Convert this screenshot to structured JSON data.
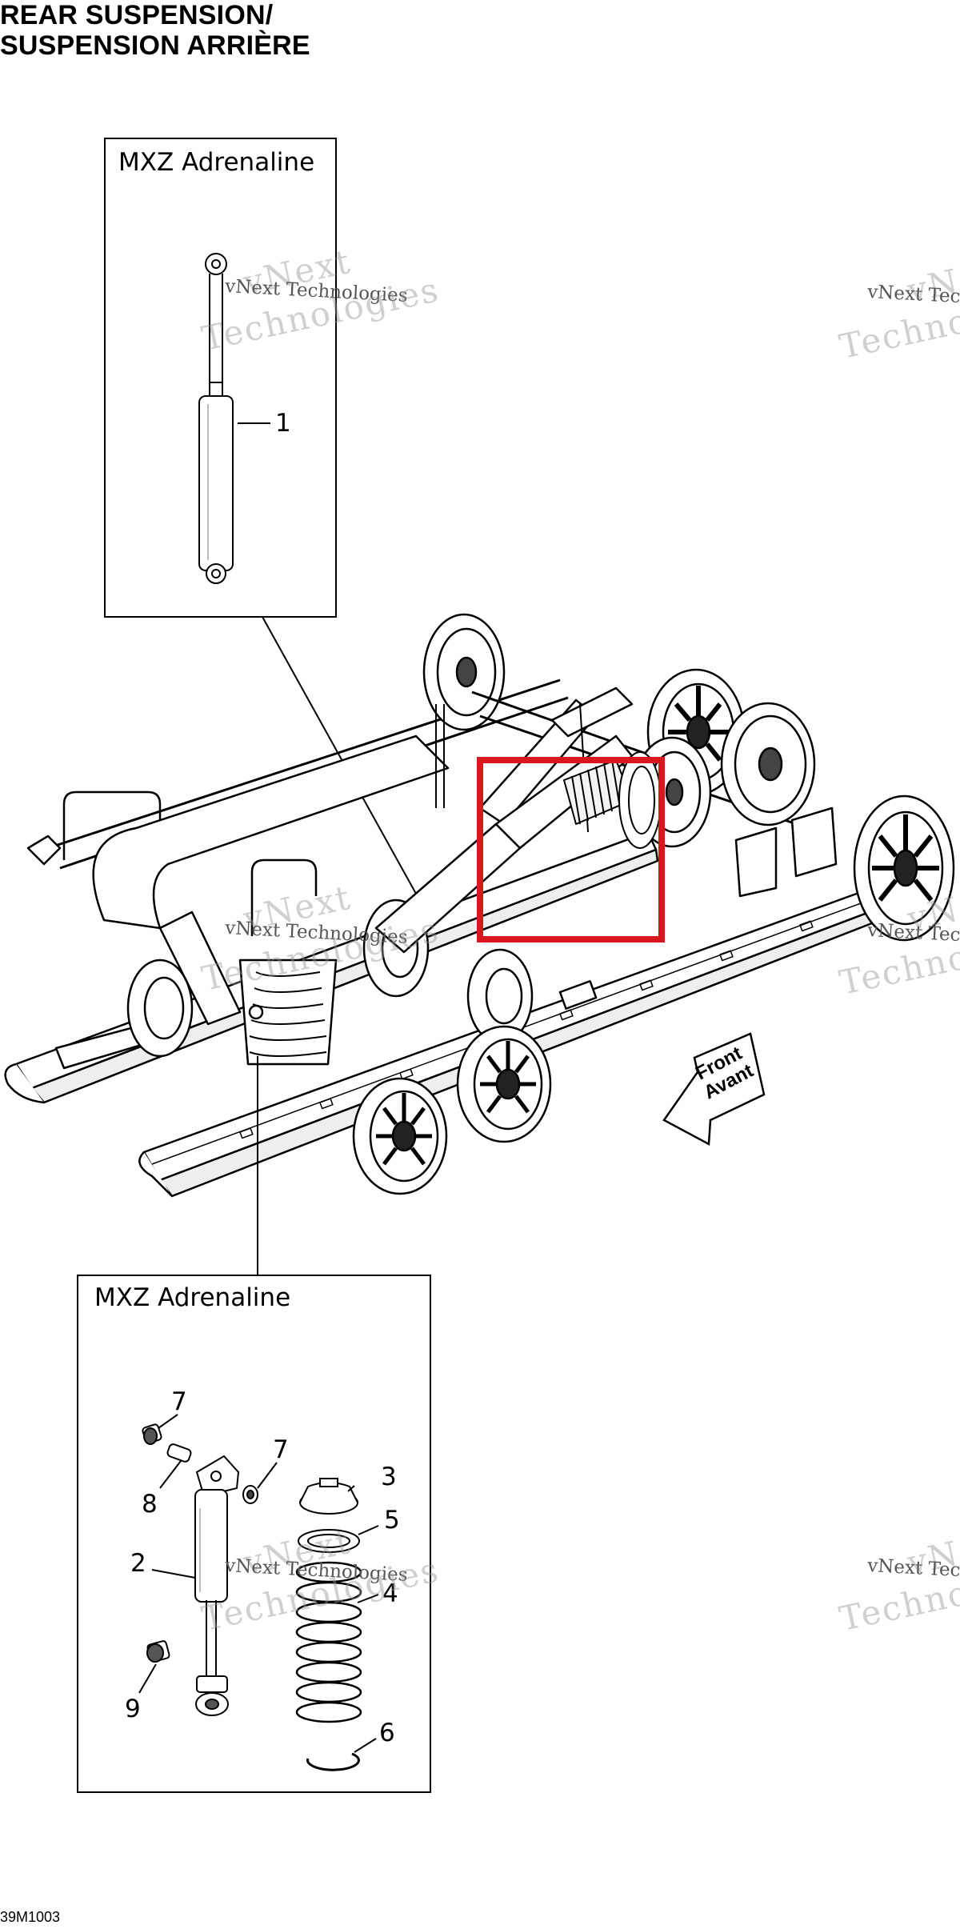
{
  "title": {
    "line1": "REAR SUSPENSION/",
    "line2": "SUSPENSION ARRIÈRE"
  },
  "upper_box": {
    "label": "MXZ Adrenaline",
    "callouts": [
      "1"
    ]
  },
  "lower_box": {
    "label": "MXZ Adrenaline",
    "callouts": [
      "7",
      "7",
      "8",
      "3",
      "5",
      "2",
      "4",
      "9",
      "6"
    ]
  },
  "direction_arrow": {
    "line1": "Front",
    "line2": "Avant"
  },
  "watermark": {
    "small": "vNext Technologies",
    "large": "Technologies",
    "large_prefix": "vNext"
  },
  "diagram_code": "39M1003",
  "colors": {
    "highlight": "#d9171e",
    "line": "#000000",
    "watermark": "#bdbdbd"
  }
}
